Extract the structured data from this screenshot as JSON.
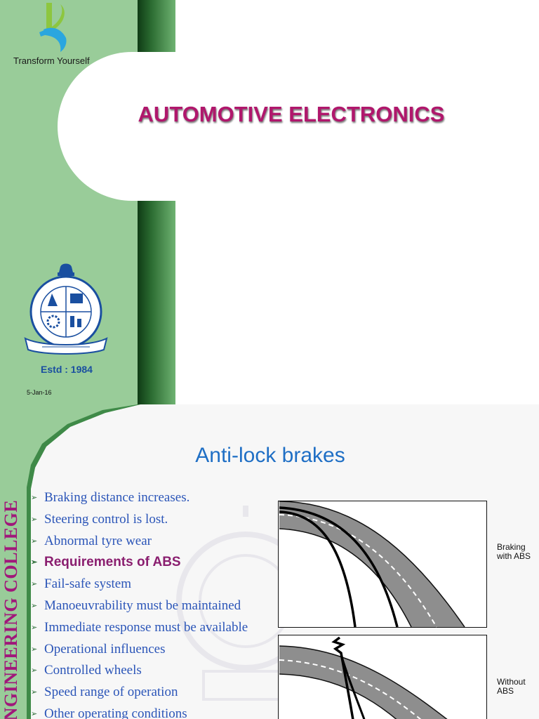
{
  "slide1": {
    "logo_tagline": "Transform Yourself",
    "title": "AUTOMOTIVE ELECTRONICS",
    "emblem": {
      "icon": "college-emblem",
      "text": "Estd : 1984"
    },
    "date": "5-Jan-16"
  },
  "slide2": {
    "side_text": "ENGINEERING COLLEGE",
    "title": "Anti-lock brakes",
    "bullets": [
      "Braking distance increases.",
      " Steering control is lost.",
      " Abnormal tyre wear",
      "Requirements of ABS",
      "Fail-safe system",
      "Manoeuvrability must be maintained",
      "Immediate response must be available",
      "Operational influences",
      "Controlled wheels",
      "Speed range of operation",
      "Other operating conditions"
    ],
    "figure": {
      "caption_top": [
        "Braking",
        "with ABS"
      ],
      "caption_bottom": [
        "Without",
        "ABS"
      ]
    }
  },
  "colors": {
    "green": "#99cc99",
    "title_magenta": "#b0176c",
    "title_blue": "#1f6fc5",
    "bullet_blue": "#2b55b8"
  }
}
